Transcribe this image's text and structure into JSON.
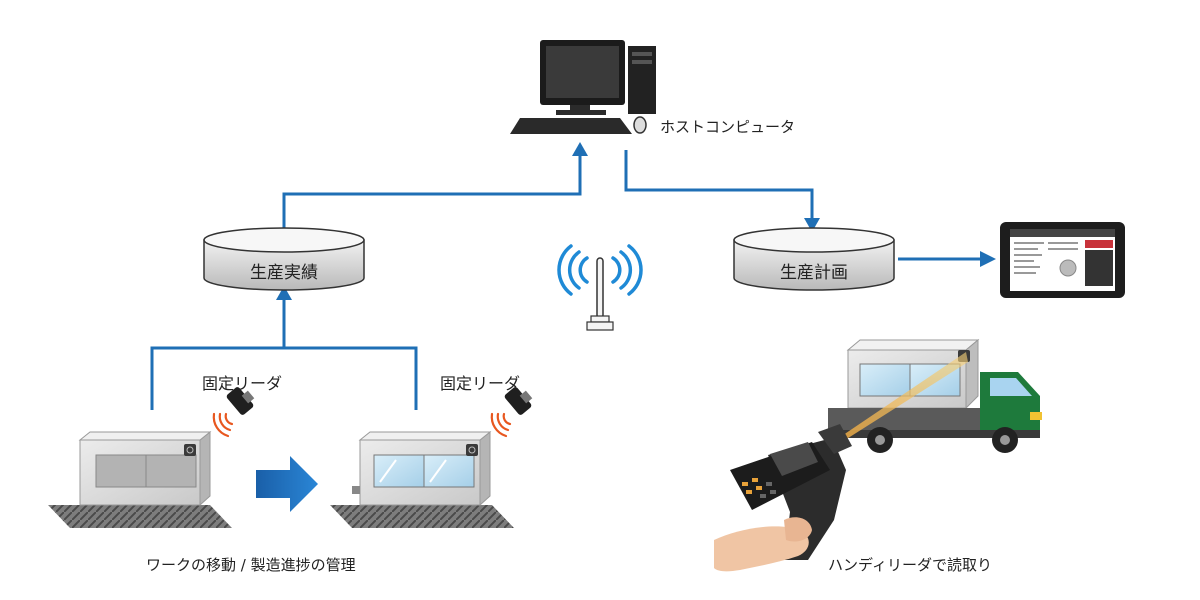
{
  "labels": {
    "host_computer": "ホストコンピュータ",
    "db_results": "生産実績",
    "db_plan": "生産計画",
    "fixed_reader_left": "固定リーダ",
    "fixed_reader_right": "固定リーダ",
    "caption_left": "ワークの移動 / 製造進捗の管理",
    "caption_right": "ハンディリーダで読取り"
  },
  "colors": {
    "flow_blue": "#1f6fb5",
    "truck_green": "#1e7a3c",
    "signal_orange": "#e8571f"
  }
}
